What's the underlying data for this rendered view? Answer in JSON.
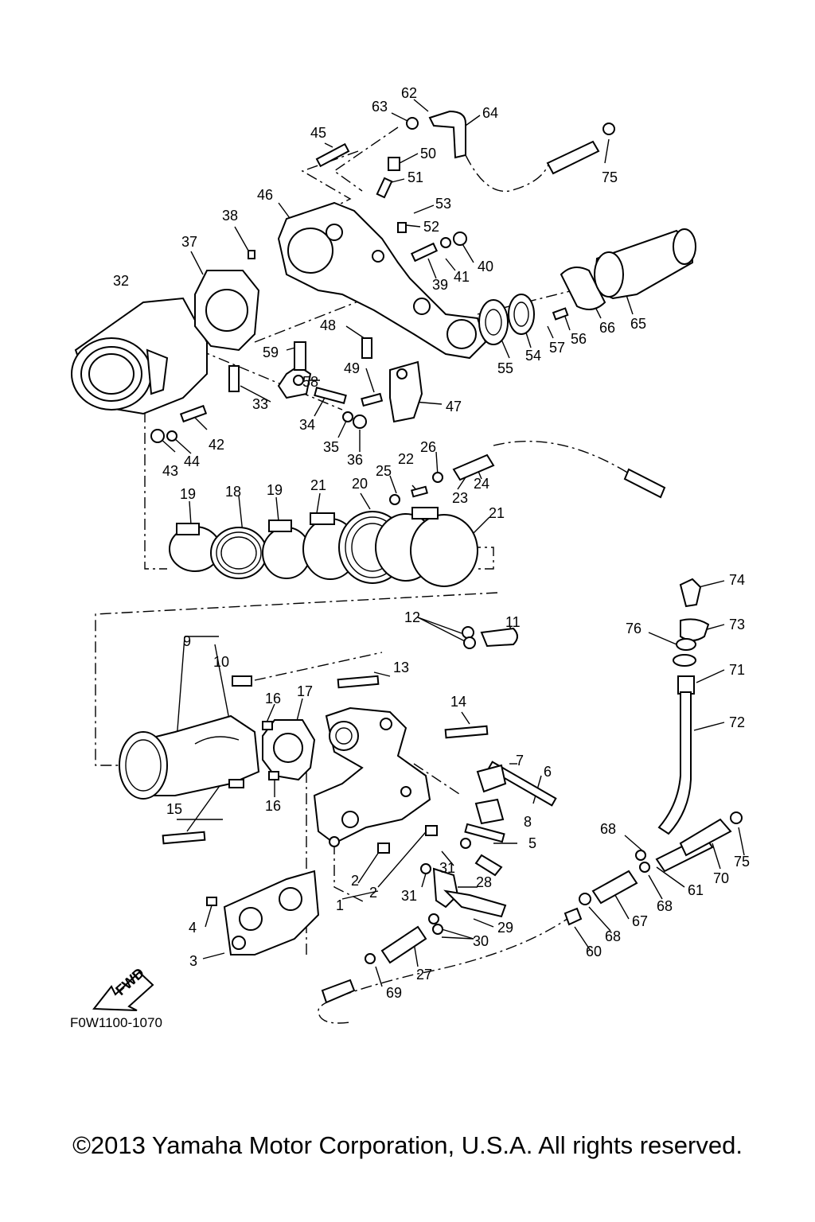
{
  "diagram": {
    "labels": [
      "1",
      "2",
      "2",
      "3",
      "4",
      "5",
      "6",
      "7",
      "8",
      "9",
      "10",
      "11",
      "12",
      "13",
      "14",
      "15",
      "16",
      "16",
      "17",
      "18",
      "19",
      "19",
      "20",
      "21",
      "21",
      "22",
      "23",
      "24",
      "25",
      "26",
      "27",
      "28",
      "29",
      "30",
      "31",
      "31",
      "32",
      "33",
      "34",
      "35",
      "36",
      "37",
      "38",
      "39",
      "40",
      "41",
      "42",
      "43",
      "44",
      "45",
      "46",
      "47",
      "48",
      "49",
      "50",
      "51",
      "52",
      "53",
      "54",
      "55",
      "56",
      "57",
      "58",
      "59",
      "60",
      "61",
      "62",
      "63",
      "64",
      "65",
      "66",
      "67",
      "68",
      "68",
      "68",
      "69",
      "70",
      "71",
      "72",
      "73",
      "74",
      "75",
      "75",
      "76"
    ],
    "drawing_code": "F0W1100-1070",
    "fwd_label": "FWD",
    "copyright": "©2013 Yamaha Motor Corporation, U.S.A. All rights reserved."
  }
}
